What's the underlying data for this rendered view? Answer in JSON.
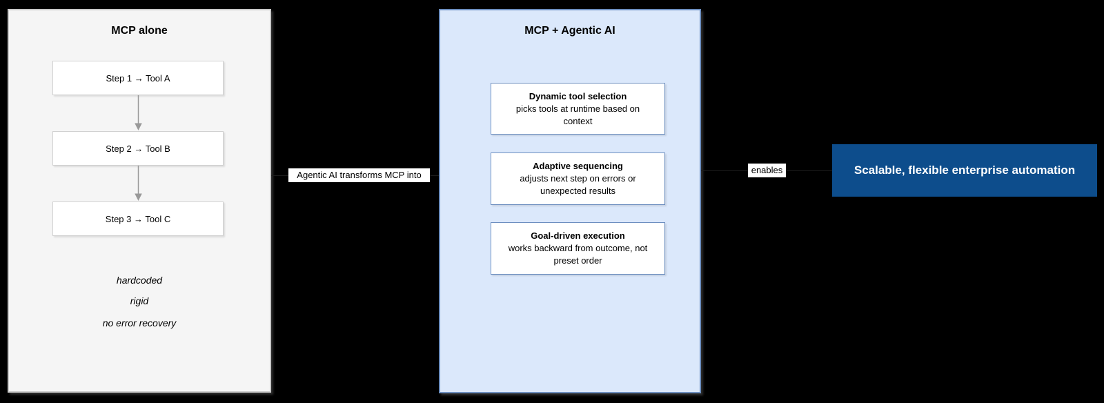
{
  "colors": {
    "bg": "#000000",
    "left-fill": "#f5f5f5",
    "left-border": "#c9c9c9",
    "middle-fill": "#dbe8fb",
    "middle-border": "#6c8ebf",
    "result-fill": "#0d4d8c",
    "result-text": "#ffffff",
    "edge-color": "#1d1d1d",
    "arrow-color": "#999999"
  },
  "left_panel": {
    "title": "MCP alone",
    "steps": [
      {
        "label": "Step 1 → Tool A"
      },
      {
        "label": "Step 2 → Tool B"
      },
      {
        "label": "Step 3 → Tool C"
      }
    ],
    "notes": [
      "hardcoded",
      "rigid",
      "no error recovery"
    ]
  },
  "connector_left": {
    "label": "Agentic AI transforms MCP into"
  },
  "middle_panel": {
    "title": "MCP + Agentic AI",
    "boxes": [
      {
        "title": "Dynamic tool selection",
        "lines": [
          "picks tools at runtime based on",
          "context"
        ]
      },
      {
        "title": "Adaptive sequencing",
        "lines": [
          "adjusts next step on errors or",
          "unexpected results"
        ]
      },
      {
        "title": "Goal-driven execution",
        "lines": [
          "works backward from outcome, not",
          "preset order"
        ]
      }
    ]
  },
  "connector_right": {
    "label": "enables"
  },
  "result_box": {
    "label": "Scalable, flexible enterprise automation"
  }
}
